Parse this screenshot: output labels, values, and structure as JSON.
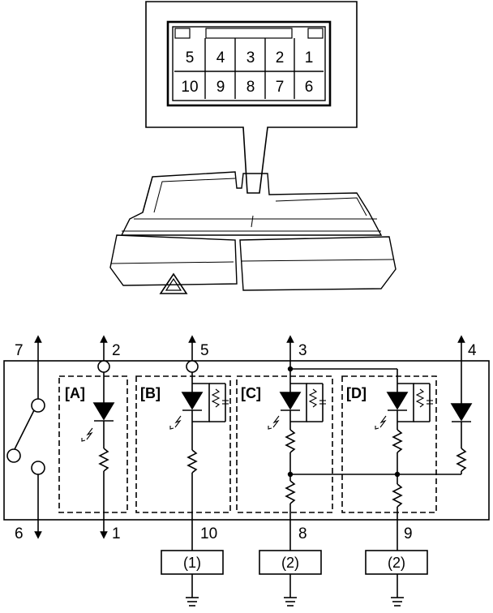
{
  "connector": {
    "top_row": [
      "5",
      "4",
      "3",
      "2",
      "1"
    ],
    "bottom_row": [
      "10",
      "9",
      "8",
      "7",
      "6"
    ]
  },
  "circuit": {
    "terminals": {
      "t7": "7",
      "t6": "6",
      "t2": "2",
      "t1": "1",
      "t5": "5",
      "t10": "10",
      "t3": "3",
      "t8": "8",
      "t4": "4",
      "t9": "9"
    },
    "blocks": {
      "a": "[A]",
      "b": "[B]",
      "c": "[C]",
      "d": "[D]"
    },
    "loads": {
      "load1": "(1)",
      "load2a": "(2)",
      "load2b": "(2)"
    }
  }
}
